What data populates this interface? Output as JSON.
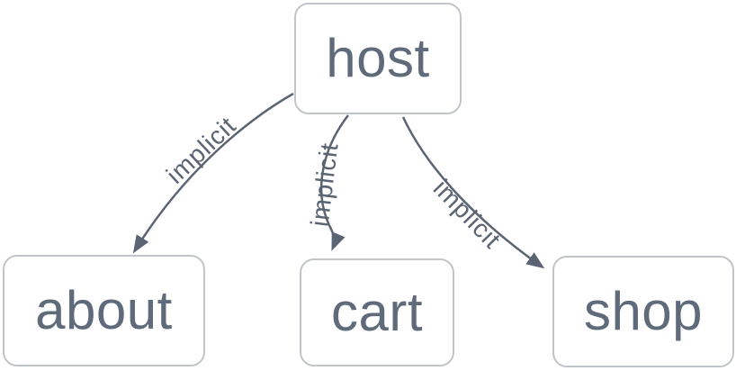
{
  "diagram": {
    "type": "dependency-graph",
    "colors": {
      "background": "#ffffff",
      "edge": "#5b6473",
      "node_border": "#c1c5ca",
      "node_text": "#5f6b7b"
    },
    "nodes": [
      {
        "id": "host",
        "label": "host"
      },
      {
        "id": "about",
        "label": "about"
      },
      {
        "id": "cart",
        "label": "cart"
      },
      {
        "id": "shop",
        "label": "shop"
      }
    ],
    "edges": [
      {
        "from": "host",
        "to": "about",
        "label": "implicit"
      },
      {
        "from": "host",
        "to": "cart",
        "label": "implicit"
      },
      {
        "from": "host",
        "to": "shop",
        "label": "implicit"
      }
    ]
  }
}
